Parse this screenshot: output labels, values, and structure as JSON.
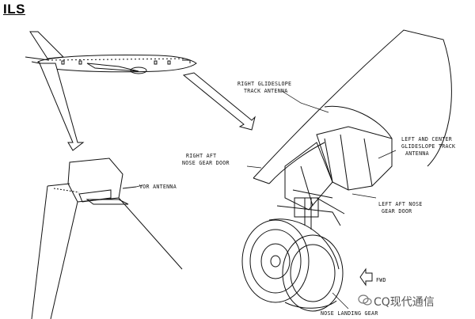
{
  "title": "ILS",
  "labels": {
    "vor_antenna": "VOR ANTENNA",
    "right_glideslope_line1": "RIGHT GLIDESLOPE",
    "right_glideslope_line2": "TRACK ANTENNA",
    "right_aft_door_line1": "RIGHT AFT",
    "right_aft_door_line2": "NOSE GEAR DOOR",
    "left_center_line1": "LEFT AND CENTER",
    "left_center_line2": "GLIDESLOPE TRACK",
    "left_center_line3": "ANTENNA",
    "left_aft_door_line1": "LEFT AFT NOSE",
    "left_aft_door_line2": "GEAR DOOR",
    "fwd": "FWD",
    "nose_gear": "NOSE LANDING GEAR"
  },
  "watermark": "CQ现代通信"
}
